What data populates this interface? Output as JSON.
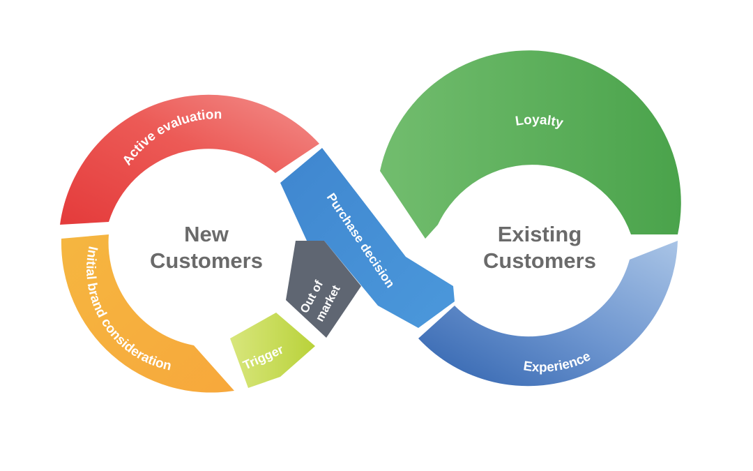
{
  "diagram": {
    "left_center": {
      "line1": "New",
      "line2": "Customers"
    },
    "right_center": {
      "line1": "Existing",
      "line2": "Customers"
    },
    "segments": {
      "active_evaluation": "Active evaluation",
      "initial_brand_consideration": "Initial brand consideration",
      "trigger": "Trigger",
      "out_of_market_line1": "Out of",
      "out_of_market_line2": "market",
      "purchase_decision": "Purchase decision",
      "loyalty": "Loyalty",
      "experience": "Experience"
    },
    "colors": {
      "red": "#e84545",
      "pink": "#f28b88",
      "orange": "#f7a63a",
      "yellow_green": "#c3d94a",
      "gray": "#5f6672",
      "blue": "#4590d3",
      "green": "#5cb15a",
      "dark_blue": "#3568b5",
      "light_blue": "#9dbbe2",
      "center_text": "#6a6a6a"
    }
  }
}
